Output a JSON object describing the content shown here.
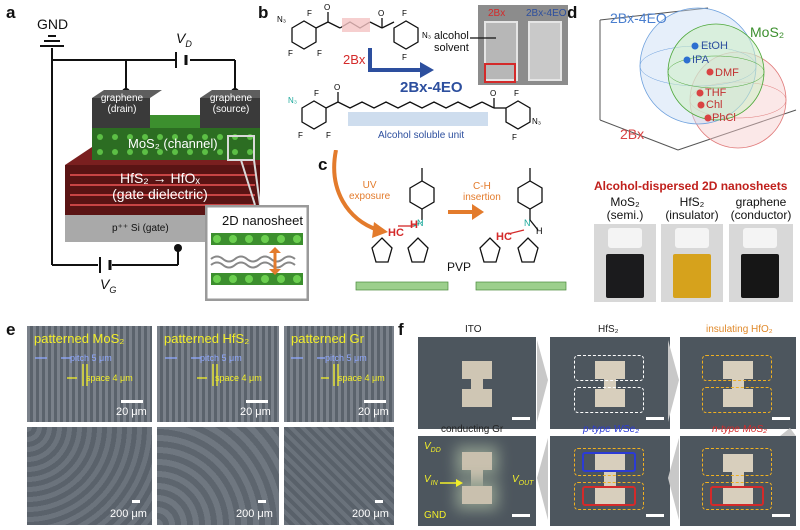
{
  "panels": {
    "a": "a",
    "b": "b",
    "c": "c",
    "d": "d",
    "e": "e",
    "f": "f"
  },
  "panel_a": {
    "gnd": "GND",
    "vd": "V",
    "vd_sub": "D",
    "vg": "V",
    "vg_sub": "G",
    "drain_line1": "graphene",
    "drain_line2": "(drain)",
    "source_line1": "graphene",
    "source_line2": "(source)",
    "channel": "MoS₂ (channel)",
    "dielectric_line1": "HfS₂ → HfOₓ",
    "dielectric_line2": "(gate dielectric)",
    "gate": "p⁺⁺ Si (gate)",
    "nanosheet": "2D nanosheet"
  },
  "panel_b": {
    "label_2bx": "2Bx",
    "product": "2Bx-4EO",
    "alcohol_unit": "Alcohol soluble unit",
    "vial_2bx": "2Bx",
    "vial_2bx4eo": "2Bx-4EO",
    "alcohol_solvent_line1": "alcohol",
    "alcohol_solvent_line2": "solvent"
  },
  "panel_c": {
    "uv_line1": "UV",
    "uv_line2": "exposure",
    "ch_line1": "C-H",
    "ch_line2": "insertion",
    "pvp": "PVP"
  },
  "panel_d": {
    "sphere_2bx4eo": "2Bx-4EO",
    "sphere_mos2": "MoS₂",
    "sphere_2bx": "2Bx",
    "solvents": [
      "EtOH",
      "IPA",
      "DMF",
      "THF",
      "Chl",
      "PhCl"
    ],
    "title": "Alcohol-dispersed 2D nanosheets",
    "vials": [
      {
        "name": "MoS₂",
        "kind": "(semi.)",
        "color": "#1b1b1d"
      },
      {
        "name": "HfS₂",
        "kind": "(insulator)",
        "color": "#d6a21c"
      },
      {
        "name": "graphene",
        "kind": "(conductor)",
        "color": "#161616"
      }
    ]
  },
  "panel_e": {
    "top": [
      {
        "label": "patterned MoS₂",
        "pitch": "pitch 5 μm",
        "space": "space 4 μm",
        "scale": "20 μm"
      },
      {
        "label": "patterned HfS₂",
        "pitch": "pitch 5 μm",
        "space": "space 4 μm",
        "scale": "20 μm"
      },
      {
        "label": "patterned Gr",
        "pitch": "pitch 5 μm",
        "space": "space 4 μm",
        "scale": "20 μm"
      }
    ],
    "bottom_scales": [
      "200 μm",
      "200 μm",
      "200 μm"
    ]
  },
  "panel_f": {
    "tiles": [
      {
        "label": "ITO",
        "color": "#222222"
      },
      {
        "label": "HfS₂",
        "color": "#222222"
      },
      {
        "label": "insulating HfO₂",
        "color": "#e0892a"
      },
      {
        "label": "conducting Gr",
        "color": "#222222"
      },
      {
        "label": "p-type WSe₂",
        "color": "#2b3bd6"
      },
      {
        "label": "n-type MoS₂",
        "color": "#d42a2a"
      }
    ],
    "vdd": "V",
    "vdd_sub": "DD",
    "vin": "V",
    "vin_sub": "IN",
    "vout": "V",
    "vout_sub": "OUT",
    "gnd": "GND"
  },
  "colors": {
    "mos2_green": "#3c8f2e",
    "hfs2_red": "#8b1f1f",
    "arrow_blue": "#2d4f9e",
    "arrow_orange": "#e37b2c",
    "highlight_red": "#d42a2a",
    "yellow_label": "#f2ee29"
  }
}
